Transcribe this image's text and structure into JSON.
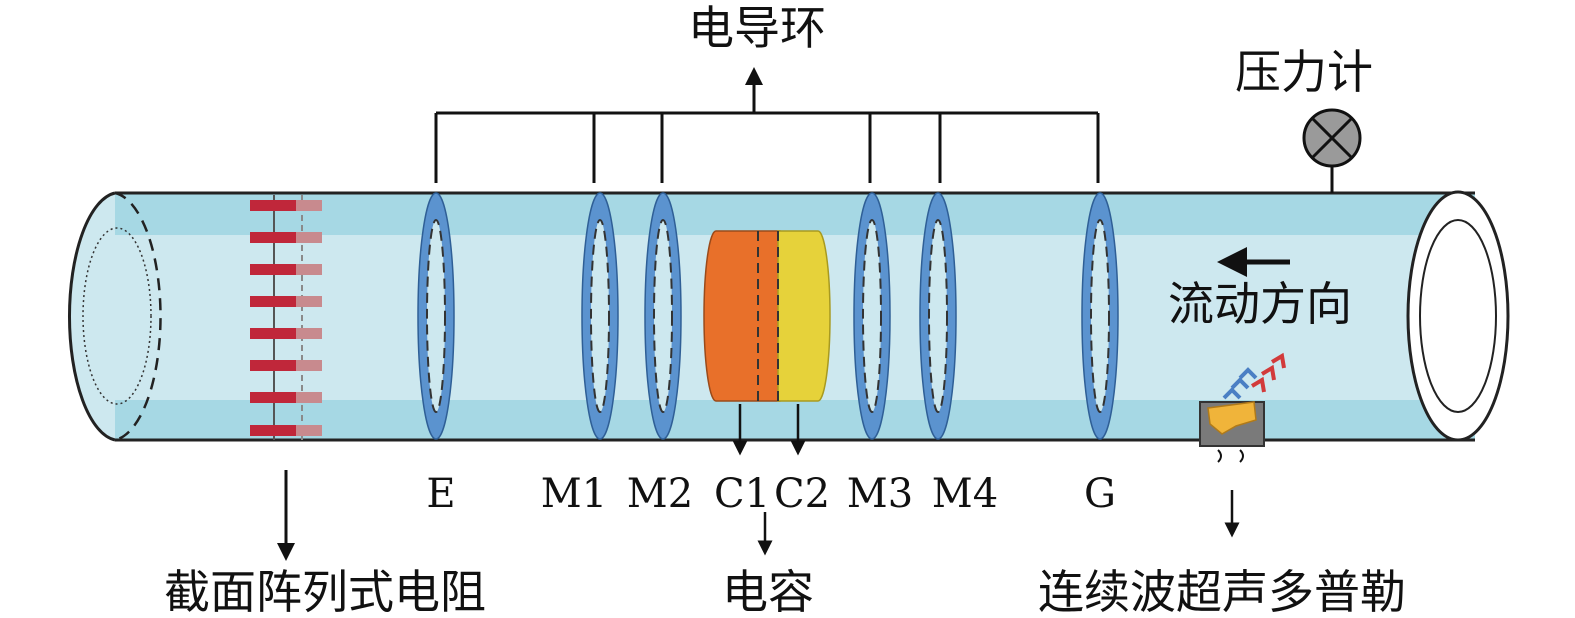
{
  "labels": {
    "conductance_rings": "电导环",
    "pressure_gauge": "压力计",
    "flow_direction": "流动方向",
    "resistance_array": "截面阵列式电阻",
    "capacitance": "电容",
    "doppler": "连续波超声多普勒",
    "ring_e": "E",
    "ring_m1": "M1",
    "ring_m2": "M2",
    "cap_c1": "C1",
    "cap_c2": "C2",
    "ring_m3": "M3",
    "ring_m4": "M4",
    "ring_g": "G"
  },
  "colors": {
    "pipe_fill": "#cde8ef",
    "pipe_band": "#a6d8e4",
    "ring_blue": "#5b93cf",
    "electrode_red": "#c0273a",
    "capacitor_orange": "#e8702a",
    "capacitor_yellow": "#e6d23a",
    "doppler_box": "#7a7a7a",
    "doppler_crystal": "#f0b43a"
  }
}
